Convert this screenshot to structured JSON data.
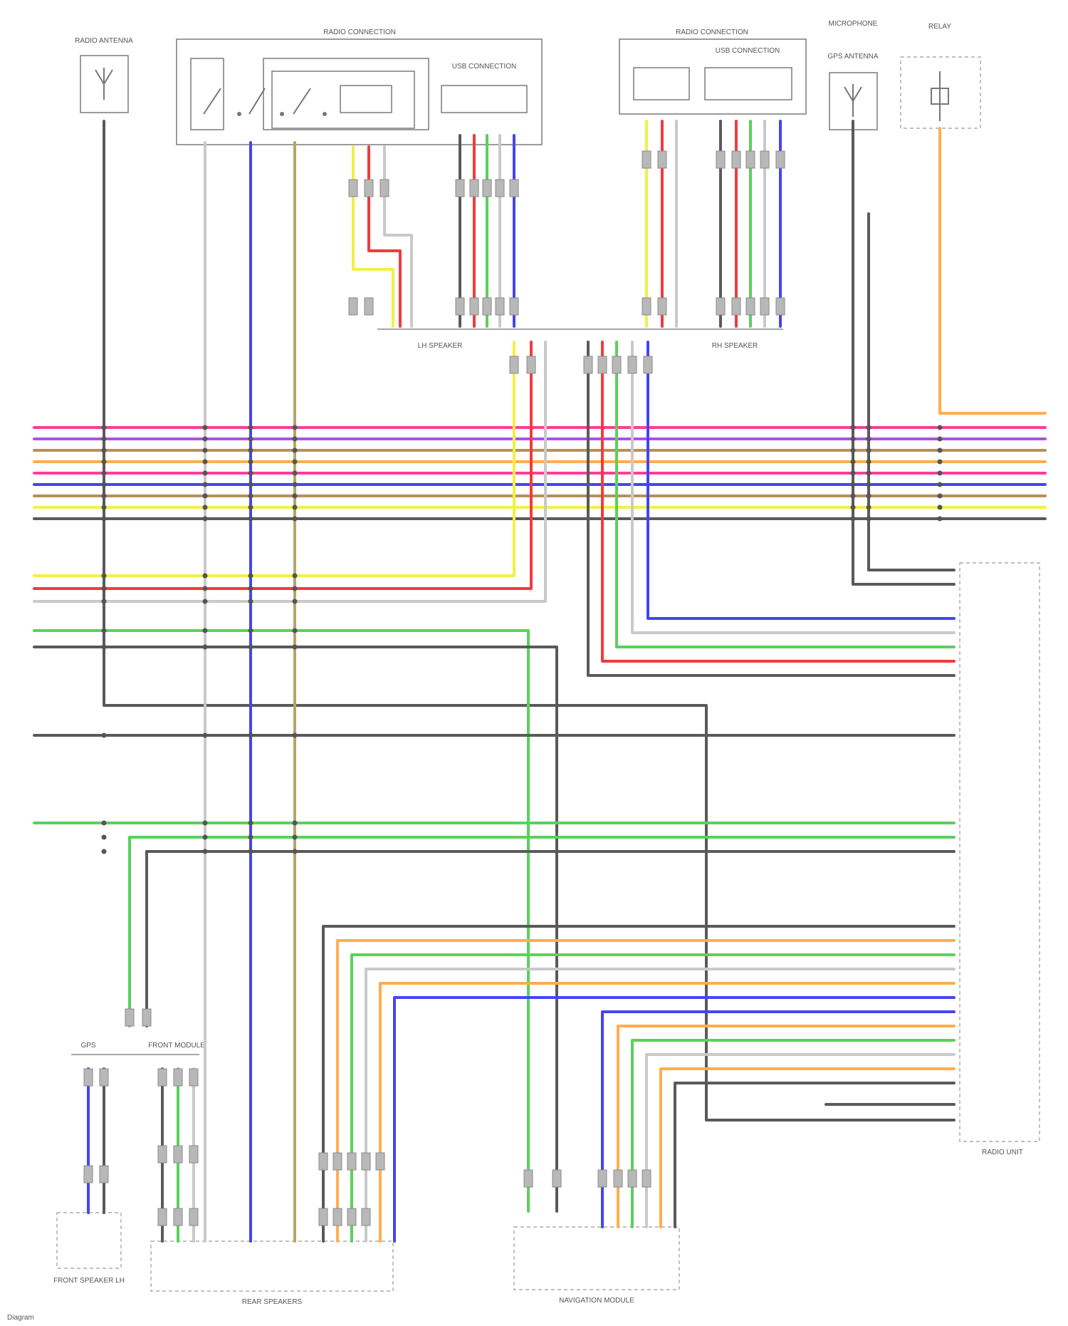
{
  "components": {
    "radio_antenna": "RADIO ANTENNA",
    "radio_connection_left": "RADIO CONNECTION",
    "usb_connection_left": "USB CONNECTION",
    "radio_connection_right": "RADIO CONNECTION",
    "usb_connection_right": "USB CONNECTION",
    "microphone": "MICROPHONE",
    "relay_label": "RELAY",
    "left_speaker": "LH SPEAKER",
    "right_speaker": "RH SPEAKER",
    "gps_antenna": "GPS ANTENNA",
    "gps_label": "GPS",
    "main_unit": "RADIO UNIT",
    "front_module": "FRONT MODULE",
    "front_speaker_lh": "FRONT SPEAKER LH",
    "navigation_module": "NAVIGATION MODULE",
    "rear_speakers": "REAR SPEAKERS",
    "footer": "Diagram"
  },
  "colors": {
    "pink": "#ff3d9a",
    "purple": "#b24fe0",
    "blue": "#4545f0",
    "yellow": "#f2f046",
    "red": "#f23b3b",
    "green": "#5ad15a",
    "orange": "#ffad4f",
    "brown": "#b7905a",
    "gray": "#5a5a5a",
    "light_gray": "#c9c9c9",
    "olive": "#b2a76a"
  }
}
